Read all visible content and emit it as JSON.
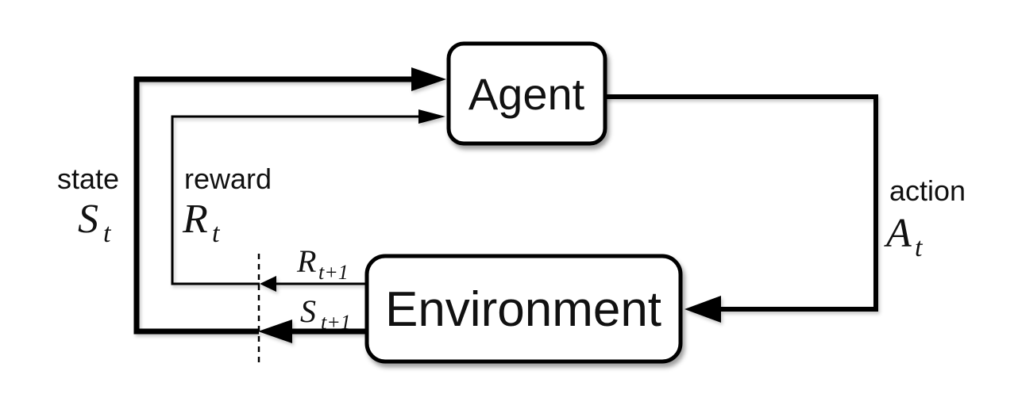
{
  "diagram": {
    "nodes": {
      "agent": {
        "label": "Agent"
      },
      "environment": {
        "label": "Environment"
      }
    },
    "labels": {
      "state": {
        "word": "state",
        "symbol": "S",
        "subscript": "t"
      },
      "reward": {
        "word": "reward",
        "symbol": "R",
        "subscript": "t"
      },
      "action": {
        "word": "action",
        "symbol": "A",
        "subscript": "t"
      },
      "next_reward": {
        "symbol": "R",
        "subscript": "t+1"
      },
      "next_state": {
        "symbol": "S",
        "subscript": "t+1"
      }
    },
    "colors": {
      "line": "#000000",
      "box_fill": "#ffffff",
      "background": "#ffffff"
    }
  }
}
